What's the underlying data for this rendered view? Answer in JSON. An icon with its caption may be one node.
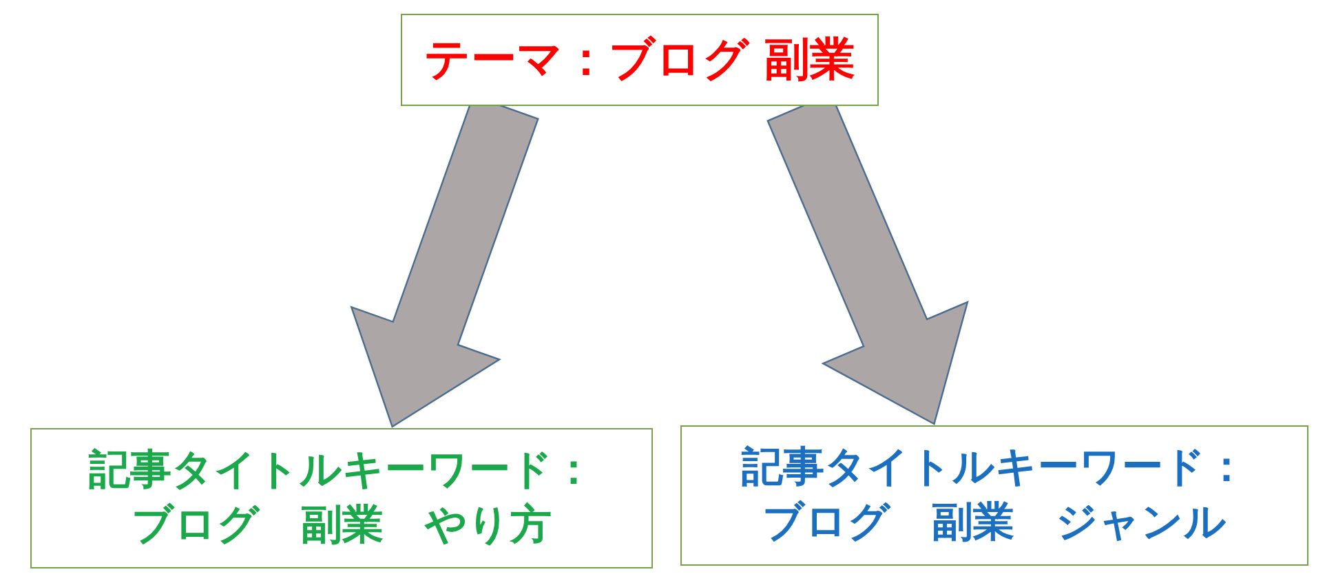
{
  "diagram": {
    "nodes": [
      {
        "text": [
          "テーマ：ブログ 副業"
        ]
      },
      {
        "text": [
          "記事タイトルキーワード：ブログ　副業　やり方"
        ]
      },
      {
        "text": [
          "記事タイトルキーワード：ブログ　副業　ジャンル"
        ]
      }
    ],
    "edges": [
      {
        "from": 0,
        "to": 1,
        "arrow": "to",
        "style": "thick"
      },
      {
        "from": 0,
        "to": 2,
        "arrow": "to",
        "style": "thick"
      }
    ]
  }
}
